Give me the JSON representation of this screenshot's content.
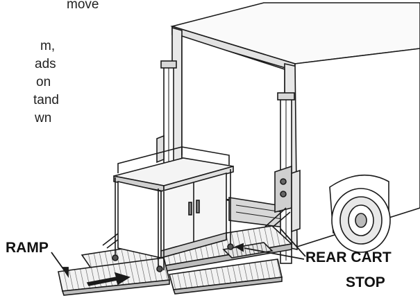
{
  "body_text": {
    "lines": [
      "move",
      "m,",
      "ads",
      "on",
      "tand",
      "wn"
    ]
  },
  "callouts": {
    "ramp": "RAMP",
    "rear_cart_stop_line1": "REAR CART",
    "rear_cart_stop_line2": "STOP"
  },
  "colors": {
    "line": "#1a1a1a",
    "fill_light": "#f4f4f4",
    "fill_mid": "#d8d8d8",
    "fill_dark": "#9a9a9a"
  }
}
